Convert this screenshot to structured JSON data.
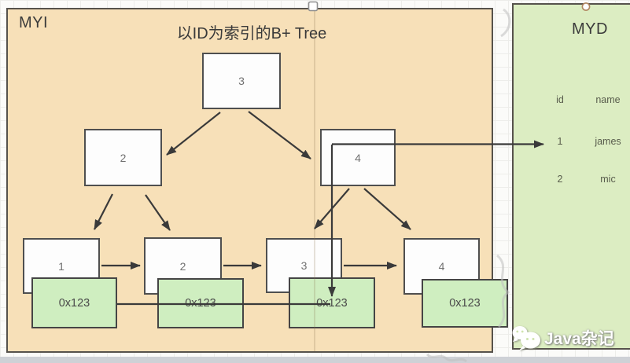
{
  "myi": {
    "label": "MYI",
    "title": "以ID为索引的B+ Tree"
  },
  "tree": {
    "root": "3",
    "internal": [
      "2",
      "4"
    ],
    "leaves": [
      "1",
      "2",
      "3",
      "4"
    ],
    "pointers": [
      "0x123",
      "0x123",
      "0x123",
      "0x123"
    ]
  },
  "myd": {
    "label": "MYD",
    "table": {
      "headers": [
        "id",
        "name"
      ],
      "rows": [
        [
          "1",
          "james"
        ],
        [
          "2",
          "mic"
        ]
      ]
    }
  },
  "watermark": {
    "text": "Java杂记"
  },
  "colors": {
    "myi_bg": "#f7e0b8",
    "myd_bg": "#dcedc2",
    "node_bg": "#fdfdfd",
    "pointer_bg": "#cfeec0",
    "border": "#4f4f4f",
    "arrow": "#3a3a3a"
  }
}
